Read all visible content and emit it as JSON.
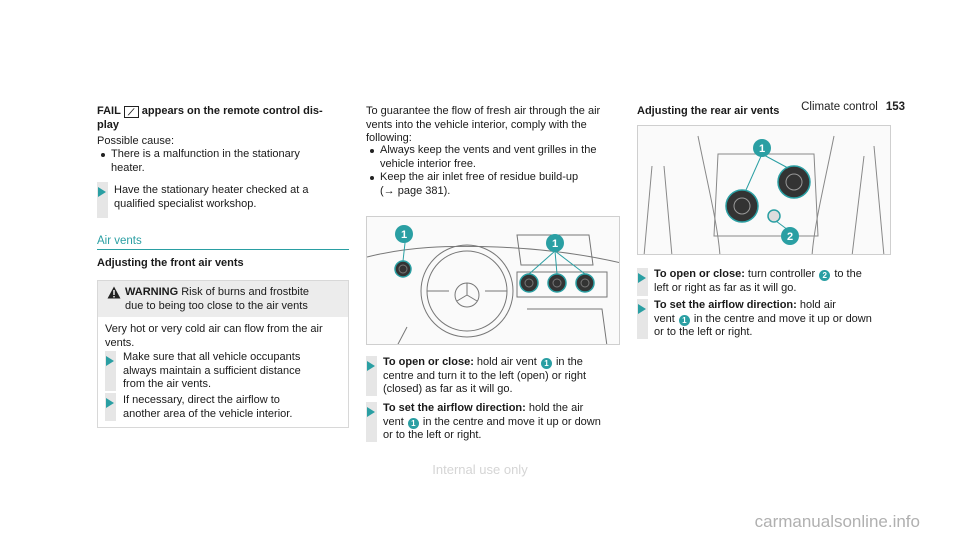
{
  "header": {
    "section": "Climate control",
    "page": "153"
  },
  "col1": {
    "fail_title_pre": "FAIL",
    "fail_icon": "remote-key-icon",
    "fail_title_post": "appears on the remote control dis-",
    "fail_title_line2": "play",
    "possible_cause": "Possible cause:",
    "cause_line1": "There is a malfunction in the stationary",
    "cause_line2": "heater.",
    "action_line1": "Have the stationary heater checked at a",
    "action_line2": "qualified specialist workshop.",
    "section_title": "Air vents",
    "subheading": "Adjusting the front air vents",
    "warning": {
      "label": "WARNING",
      "line1": "Risk of burns and frostbite",
      "line2": "due to being too close to the air vents",
      "body1": "Very hot or very cold air can flow from the air",
      "body2": "vents.",
      "step1_l1": "Make sure that all vehicle occupants",
      "step1_l2": "always maintain a sufficient distance",
      "step1_l3": "from the air vents.",
      "step2_l1": "If necessary, direct the airflow to",
      "step2_l2": "another area of the vehicle interior."
    }
  },
  "col2": {
    "intro1": "To guarantee the flow of fresh air through the air",
    "intro2": "vents into the vehicle interior, comply with the",
    "intro3": "following:",
    "b1_l1": "Always keep the vents and vent grilles in the",
    "b1_l2": "vehicle interior free.",
    "b2_l1": "Keep the air inlet free of residue build-up",
    "b2_l2": "(→ page 381).",
    "callout": "1",
    "open_label": "To open or close:",
    "open_l1": "hold air vent",
    "open_l1b": "in the",
    "open_l2": "centre and turn it to the left (open) or right",
    "open_l3": "(closed) as far as it will go.",
    "dir_label": "To set the airflow direction:",
    "dir_l1": "hold the air",
    "dir_l2": "vent",
    "dir_l2b": "in the centre and move it up or down",
    "dir_l3": "or to the left or right."
  },
  "col3": {
    "heading": "Adjusting the rear air vents",
    "callout1": "1",
    "callout2": "2",
    "open_label": "To open or close:",
    "open_l1": "turn controller",
    "open_l1b": "to the",
    "open_l2": "left or right as far as it will go.",
    "dir_label": "To set the airflow direction:",
    "dir_l1": "hold air",
    "dir_l2": "vent",
    "dir_l2b": "in the centre and move it up or down",
    "dir_l3": "or to the left or right."
  },
  "watermark": "Internal use only",
  "footer": "carmanualsonline.info",
  "colors": {
    "accent": "#2a9fa3",
    "warning_bg": "#ececec"
  }
}
